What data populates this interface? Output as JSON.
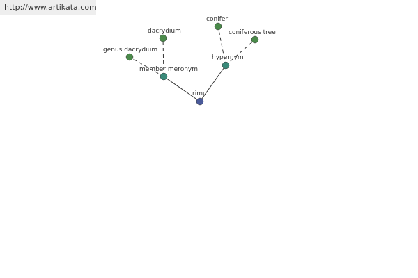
{
  "site": {
    "url": "http://www.artikata.com"
  },
  "graph": {
    "colors": {
      "root": "#4a5a9a",
      "relation": "#3a8a7a",
      "leaf": "#4a8a4a",
      "edge": "#333333"
    },
    "nodes": {
      "root": {
        "label": "rimu"
      },
      "member_meronym": {
        "label": "member meronym"
      },
      "hypernym": {
        "label": "hypernym"
      },
      "dacrydium": {
        "label": "dacrydium"
      },
      "genus_dacrydium": {
        "label": "genus dacrydium"
      },
      "conifer": {
        "label": "conifer"
      },
      "coniferous_tree": {
        "label": "coniferous tree"
      }
    }
  }
}
